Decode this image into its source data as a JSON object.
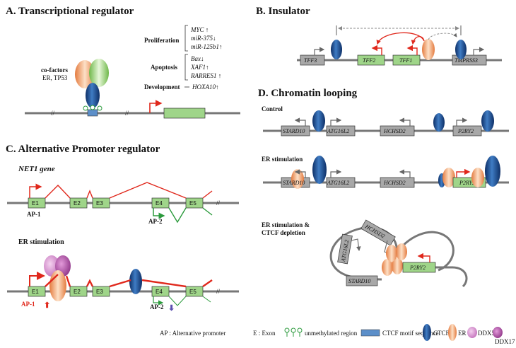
{
  "panel_a": {
    "title": "A. Transcriptional regulator",
    "cofactors_label": "co-factors",
    "cofactors_list": "ER, TP53",
    "proliferation": "Proliferation",
    "prolif_genes": [
      "MYC ↑",
      "miR-375↓",
      "miR-125b1↑"
    ],
    "apoptosis": "Apoptosis",
    "apop_genes": [
      "Bax↓",
      "XAF1↑",
      "RARRES1 ↑"
    ],
    "development": "Development",
    "dev_gene": "HOXA10↑",
    "break_mark": "//"
  },
  "panel_b": {
    "title": "B. Insulator",
    "genes": [
      "TFF3",
      "TFF2",
      "TFF1",
      "TMPRSS3"
    ]
  },
  "panel_c": {
    "title": "C. Alternative Promoter regulator",
    "gene_title": "NET1 gene",
    "exons": [
      "E1",
      "E2",
      "E3",
      "E4",
      "E5"
    ],
    "ap1": "AP-1",
    "ap2": "AP-2",
    "er_stim": "ER stimulation",
    "up_arrow": "⬆",
    "down_arrow": "⬇",
    "break_mark": "//"
  },
  "panel_d": {
    "title": "D. Chromatin looping",
    "control": "Control",
    "er_stim": "ER stimulation",
    "depletion_line1": "ER stimulation &",
    "depletion_line2": "CTCF depletion",
    "genes": [
      "STARD10",
      "ATG16L2",
      "HCHSD2",
      "P2RY2"
    ]
  },
  "legend": {
    "ap": "AP : Alternative promoter",
    "exon": "E : Exon",
    "unmeth": "unmethylated region",
    "ctcf_motif": "CTCF motif sequence",
    "ctcf": "CTCF",
    "er": "ER",
    "ddx5": "DDX5",
    "ddx17": "DDX17"
  },
  "colors": {
    "ctcf_blue": "#1c4f95",
    "er_orange": "#f2a070",
    "green_box": "#9fd589",
    "gray_box": "#a8a8a8",
    "red_arrow": "#e0281c",
    "green_arrow": "#2b9a3c",
    "ddx5": "#d98fd0",
    "ddx17": "#b14ea8",
    "motif": "#5c8fc9"
  }
}
